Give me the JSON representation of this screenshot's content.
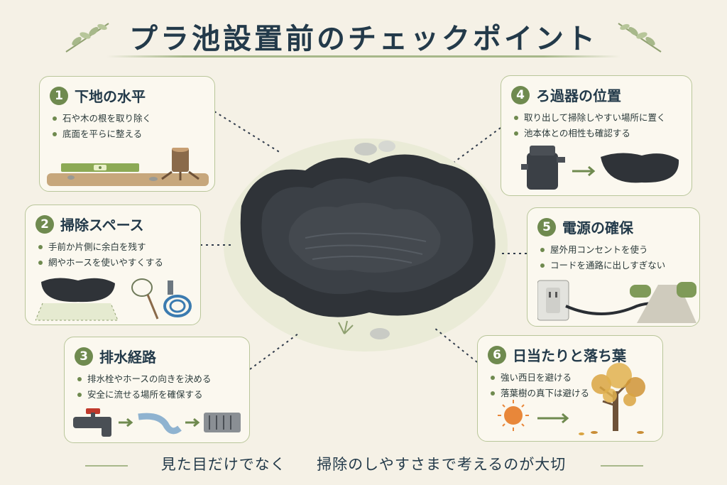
{
  "title": "プラ池設置前のチェックポイント",
  "cards": [
    {
      "num": "1",
      "title": "下地の水平",
      "bullets": [
        "石や木の根を取り除く",
        "底面を平らに整える"
      ]
    },
    {
      "num": "2",
      "title": "掃除スペース",
      "bullets": [
        "手前か片側に余白を残す",
        "網やホースを使いやすくする"
      ]
    },
    {
      "num": "3",
      "title": "排水経路",
      "bullets": [
        "排水栓やホースの向きを決める",
        "安全に流せる場所を確保する"
      ]
    },
    {
      "num": "4",
      "title": "ろ過器の位置",
      "bullets": [
        "取り出して掃除しやすい場所に置く",
        "池本体との相性も確認する"
      ]
    },
    {
      "num": "5",
      "title": "電源の確保",
      "bullets": [
        "屋外用コンセントを使う",
        "コードを通路に出しすぎない"
      ]
    },
    {
      "num": "6",
      "title": "日当たりと落ち葉",
      "bullets": [
        "強い西日を避ける",
        "落葉樹の真下は避ける"
      ]
    }
  ],
  "footer": {
    "left": "見た目だけでなく",
    "right": "掃除のしやすさまで考えるのが大切"
  },
  "colors": {
    "accent": "#6f8a4f",
    "border": "#b9c69a",
    "pond": "#2f3338",
    "text": "#233a4a"
  },
  "icons": [
    "leaf-icon",
    "spirit-level-icon",
    "tree-stump-icon",
    "net-icon",
    "hose-icon",
    "faucet-icon",
    "pipe-icon",
    "drain-icon",
    "filter-icon",
    "outlet-icon",
    "sun-icon",
    "tree-icon"
  ]
}
